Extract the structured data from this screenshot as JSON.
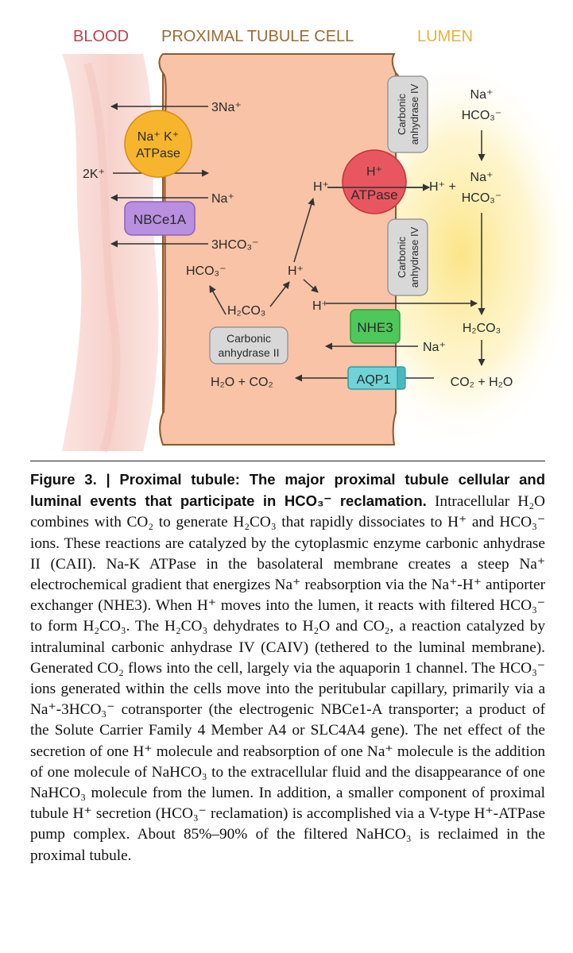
{
  "header": {
    "blood": "BLOOD",
    "cell": "PROXIMAL TUBULE CELL",
    "lumen": "LUMEN"
  },
  "colors": {
    "blood": "#c0404b",
    "cell": "#9a6b34",
    "lumen": "#e9b13a",
    "cell_fill": "#f8c3a6",
    "nak_atpase": "#f6b52d",
    "h_atpase": "#e85760",
    "nbce1a": "#b98fe0",
    "nhe3": "#4ec85a",
    "aqp1": "#6fd3d8",
    "carbonic": "#d8d8d8"
  },
  "transporters": {
    "nak_line1": "Na⁺ K⁺",
    "nak_line2": "ATPase",
    "nbce1a": "NBCe1A",
    "h_plus": "H⁺",
    "h_atpase": "ATPase",
    "nhe3": "NHE3",
    "aqp1": "AQP1",
    "ca2_line1": "Carbonic",
    "ca2_line2": "anhydrase II",
    "ca4_line1": "Carbonic",
    "ca4_line2": "anhydrase IV"
  },
  "ions": {
    "na3": "3Na⁺",
    "k2": "2K⁺",
    "na_basal": "Na⁺",
    "hco3_3": "3HCO₃⁻",
    "hco3_cell": "HCO₃⁻",
    "h2co3_cell": "H₂CO₃",
    "h_mid": "H⁺",
    "h_top": "H⁺",
    "h_nhe3": "H⁺",
    "h2o_co2": "H₂O + CO₂",
    "na_lumen1": "Na⁺",
    "hco3_lumen1": "HCO₃⁻",
    "h_plus_lumen": "H⁺ +",
    "na_lumen2": "Na⁺",
    "hco3_lumen2": "HCO₃⁻",
    "h2co3_lumen": "H₂CO₃",
    "na_nhe3": "Na⁺",
    "co2_h2o": "CO₂ + H₂O"
  },
  "caption": {
    "figure_label": "Figure 3.",
    "separator": " | ",
    "title": "Proximal tubule: The major proximal tubule cellular and luminal events that participate in HCO₃⁻ reclamation.",
    "body": "Intracellular H₂O combines with CO₂ to generate H₂CO₃ that rapidly dissociates to H⁺ and HCO₃⁻ ions. These reactions are catalyzed by the cytoplasmic enzyme carbonic anhydrase II (CAII). Na-K ATPase in the basolateral membrane creates a steep Na⁺ electrochemical gradient that energizes Na⁺ reabsorption via the Na⁺-H⁺ antiporter exchanger (NHE3). When H⁺ moves into the lumen, it reacts with filtered HCO₃⁻ to form H₂CO₃. The H₂CO₃ dehydrates to H₂O and CO₂, a reaction catalyzed by intraluminal carbonic anhydrase IV (CAIV) (tethered to the luminal membrane). Generated CO₂ flows into the cell, largely via the aquaporin 1 channel. The HCO₃⁻ ions generated within the cells move into the peritubular capillary, primarily via a Na⁺-3HCO₃⁻ cotransporter (the electrogenic NBCe1-A transporter; a product of the Solute Carrier Family 4 Member A4 or SLC4A4 gene). The net effect of the secretion of one H⁺ molecule and reabsorption of one Na⁺ molecule is the addition of one molecule of NaHCO₃ to the extracellular fluid and the disappearance of one NaHCO₃ molecule from the lumen. In addition, a smaller component of proximal tubule H⁺ secretion (HCO₃⁻ reclamation) is accomplished via a V-type H⁺-ATPase pump complex. About 85%–90% of the filtered NaHCO₃ is reclaimed in the proximal tubule."
  }
}
